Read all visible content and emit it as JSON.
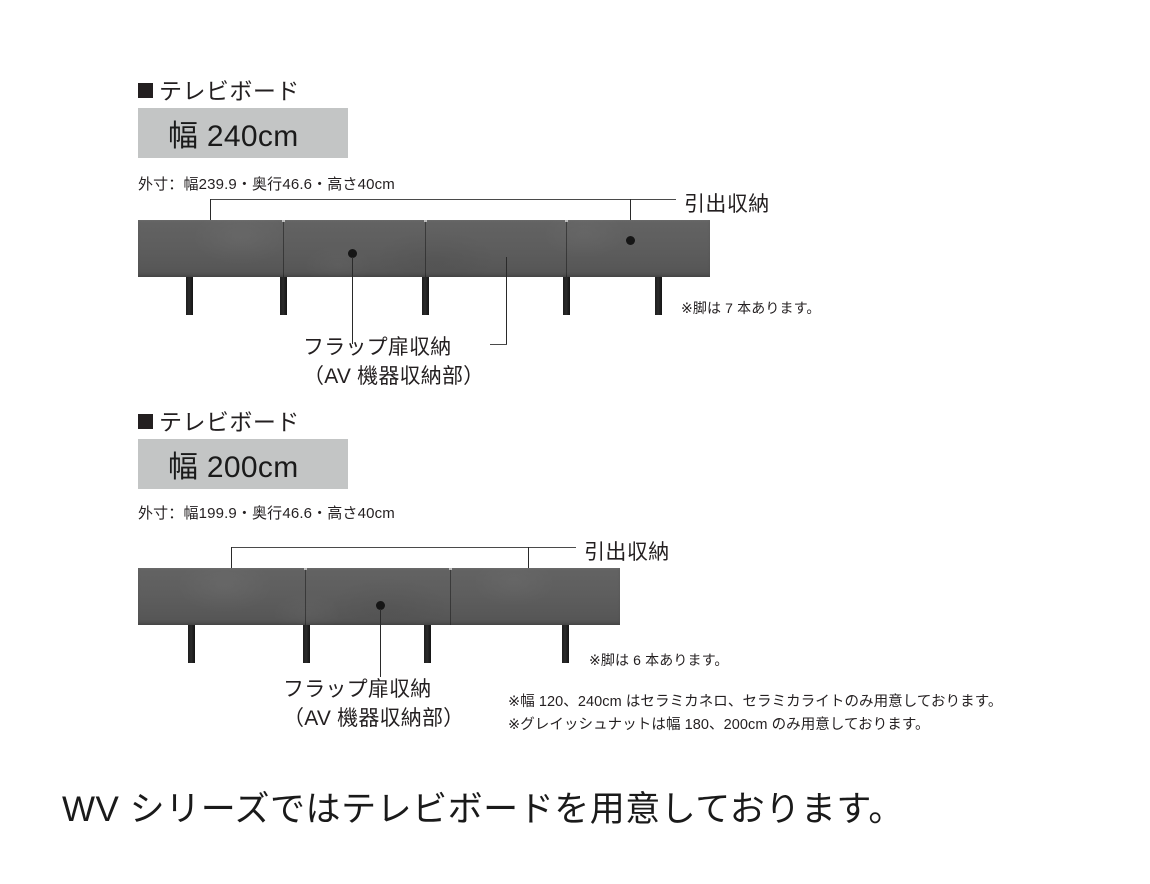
{
  "sections": [
    {
      "id": "tv-board-240",
      "heading": "テレビボード",
      "badge": "幅 240cm",
      "dimensions": "外寸：幅239.9・奥行46.6・高さ40cm",
      "drawer_label": "引出収納",
      "flap_label_line1": "フラップ扉収納",
      "flap_label_line2": "（AV 機器収納部）",
      "leg_note": "※脚は 7 本あります。"
    },
    {
      "id": "tv-board-200",
      "heading": "テレビボード",
      "badge": "幅 200cm",
      "dimensions": "外寸：幅199.9・奥行46.6・高さ40cm",
      "drawer_label": "引出収納",
      "flap_label_line1": "フラップ扉収納",
      "flap_label_line2": "（AV 機器収納部）",
      "leg_note": "※脚は 6 本あります。"
    }
  ],
  "footnotes": {
    "line1": "※幅 120、240cm はセラミカネロ、セラミカライトのみ用意しております。",
    "line2": "※グレイッシュナットは幅 180、200cm のみ用意しております。"
  },
  "headline": "WV シリーズではテレビボードを用意しております。",
  "colors": {
    "background": "#ffffff",
    "text": "#231f20",
    "badge_background": "#c3c5c5",
    "cabinet_body": "#5e5e5e",
    "leg": "#1e1e1e",
    "leader_line": "#4a4a4a"
  }
}
